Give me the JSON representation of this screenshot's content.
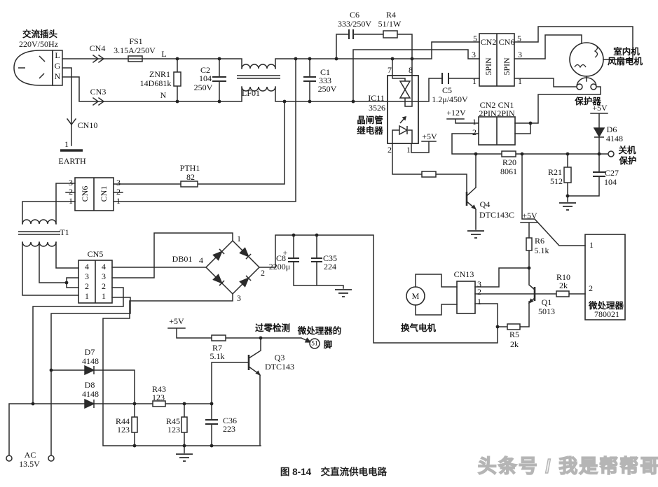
{
  "caption": "图 8-14　交直流供电电路",
  "watermark": "头条号 / 我是帮帮哥",
  "colors": {
    "line": "#2b2b2b",
    "text": "#111111",
    "background": "#ffffff",
    "watermark_stroke": "#b5b5b5"
  },
  "num": {
    "1": "1",
    "2": "2",
    "3": "3",
    "4": "4",
    "5": "5",
    "7": "7",
    "8": "8"
  },
  "labels": {
    "ac_plug_title": "交流插头",
    "ac_plug_sub": "220V/50Hz",
    "l_in": "L",
    "g_in": "G",
    "n_in": "N",
    "cn4": "CN4",
    "cn3": "CN3",
    "cn10": "CN10",
    "earth": "EARTH",
    "earth_pin": "1",
    "fs1": "FS1",
    "fs1_val": "3.15A/250V",
    "l_rail": "L",
    "n_rail": "N",
    "znr1": "ZNR1",
    "znr1_val": "14D681k",
    "c2": "C2",
    "c2_val": "104",
    "c2_v": "250V",
    "lf01": "LF01",
    "c1": "C1",
    "c1_val": "333",
    "c1_v": "250V",
    "c6": "C6",
    "c6_val": "333/250V",
    "r4": "R4",
    "r4_val": "51/1W",
    "ic11": "IC11",
    "ic11_val": "3526",
    "ic11_cn": "晶闸管",
    "ic11_cn2": "继电器",
    "ic11_5v": "+5V",
    "c5": "C5",
    "c5_val": "1.2μ/450V",
    "cn2_top": "CN2",
    "cn6_top": "CN6",
    "pin5_label": "5PIN",
    "fan_motor_1": "室内机",
    "fan_motor_2": "风扇电机",
    "protector": "保护器",
    "v12": "+12V",
    "cn2_mid": "CN2",
    "cn1_mid": "CN1",
    "twopin": "2PIN",
    "r20": "R20",
    "r20_val": "8061",
    "r21": "R21",
    "r21_val": "512",
    "c27": "C27",
    "c27_val": "104",
    "d6": "D6",
    "d6_val": "4148",
    "d6_5v": "+5V",
    "shutdown_1": "关机",
    "shutdown_2": "保护",
    "q4": "Q4",
    "q4_val": "DTC143C",
    "r6": "R6",
    "r6_val": "5.1k",
    "r6_5v": "+5V",
    "r10": "R10",
    "r10_val": "2k",
    "q1": "Q1",
    "q1_val": "5013",
    "r5": "R5",
    "r5_val": "2k",
    "cn13": "CN13",
    "micro_1": "微处理器",
    "micro_2": "780021",
    "vent_motor": "换气电机",
    "motor_m": "M",
    "pth1": "PTH1",
    "pth1_val": "82",
    "cn6_mid": "CN6",
    "cn1_mid2": "CN1",
    "t1": "T1",
    "cn5": "CN5",
    "db01": "DB01",
    "c8": "C8",
    "c8_val": "2200μ",
    "c8_plus": "+",
    "c35": "C35",
    "c35_val": "224",
    "r7": "R7",
    "r7_val": "5.1k",
    "r7_5v": "+5V",
    "zero_cross": "过零检测",
    "micro_ref": "微处理器的",
    "micro_pin51": "51",
    "jiao": "脚",
    "q3": "Q3",
    "q3_val": "DTC143",
    "d7": "D7",
    "d7_val": "4148",
    "d8": "D8",
    "d8_val": "4148",
    "r43": "R43",
    "r43_val": "123",
    "r44": "R44",
    "r44_val": "123",
    "r45": "R45",
    "r45_val": "123",
    "c36": "C36",
    "c36_val": "223",
    "ac_out": "AC",
    "ac_out_val": "13.5V"
  }
}
